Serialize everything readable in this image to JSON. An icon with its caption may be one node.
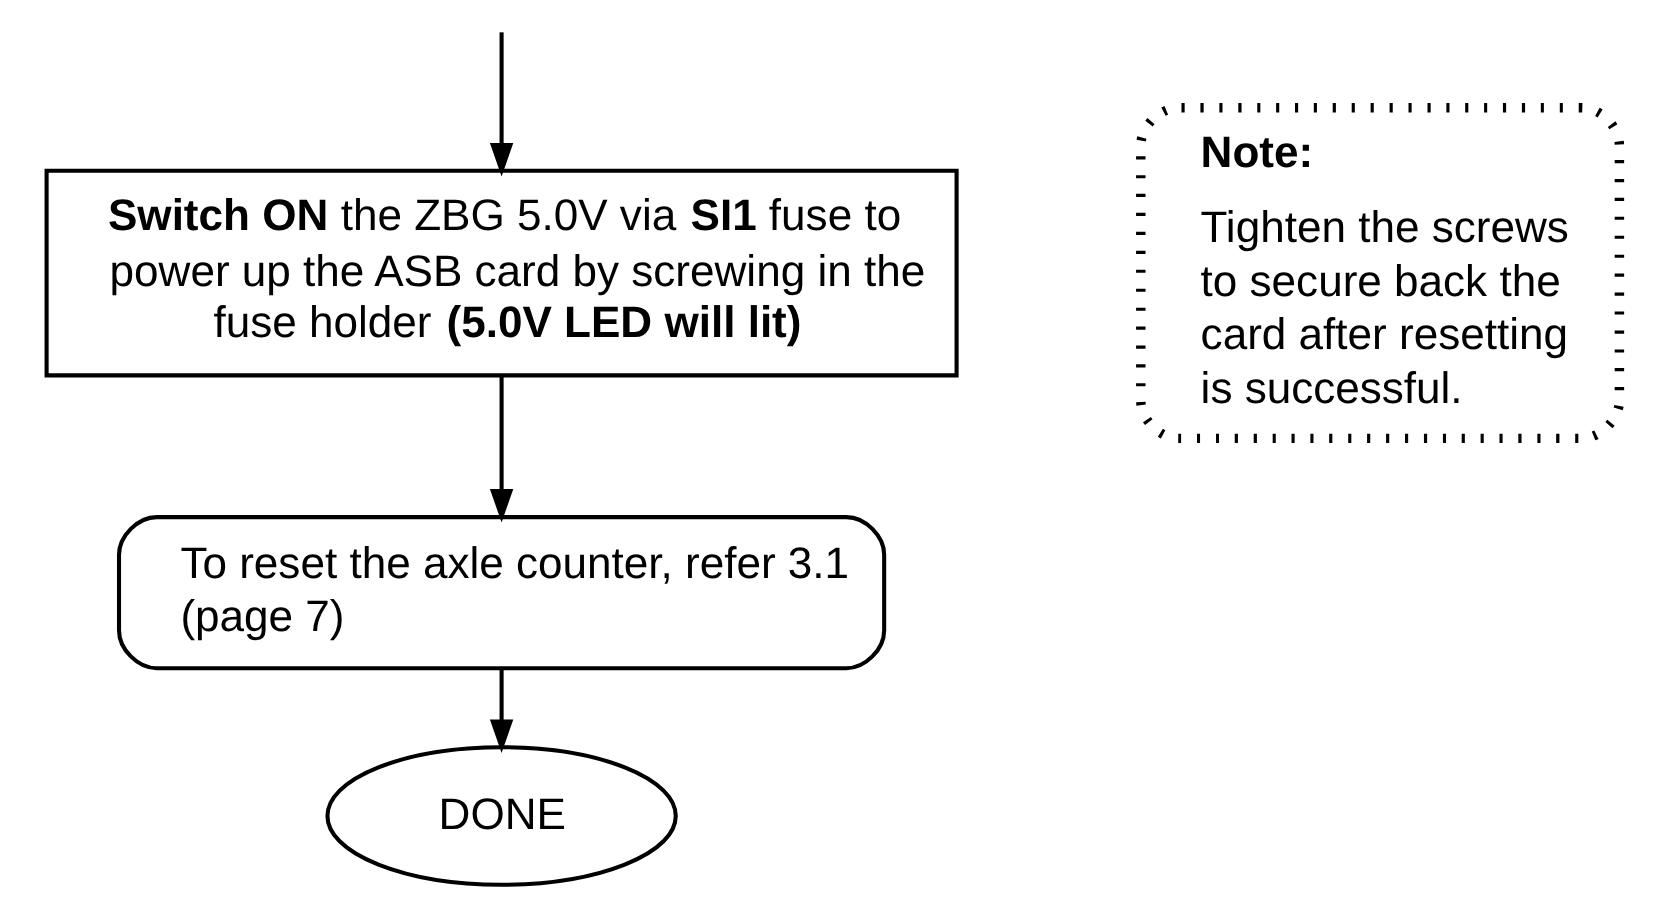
{
  "diagram": {
    "nodes": [
      {
        "text": [
          "**Switch ON** the ZBG 5.0V via **SI1** fuse to power up the ASB card by screwing in the fuse holder **(5.0V LED will lit)**"
        ]
      },
      {
        "text": [
          "To reset the axle counter, refer 3.1 (page 7)"
        ]
      },
      {
        "text": [
          "DONE"
        ]
      },
      {
        "text": [
          "Note:",
          "Tighten the screws to secure back the card after resetting is successful."
        ]
      }
    ],
    "edges": [
      {
        "from": null,
        "to": 0,
        "arrow": "to"
      },
      {
        "from": 0,
        "to": 1,
        "arrow": "to"
      },
      {
        "from": 1,
        "to": 2,
        "arrow": "to"
      }
    ]
  }
}
